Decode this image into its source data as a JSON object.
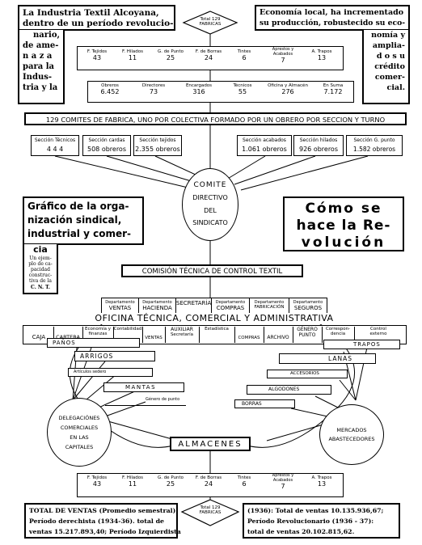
{
  "top_left_text": {
    "line1": "La Industria Textil Alcoyana,",
    "line2": "dentro de un período revolucio-",
    "line3": "nario,",
    "line4": "de ame-",
    "line5": "n a z a",
    "line6": "para la",
    "line7": "Indus-",
    "line8": "tria y la"
  },
  "top_right_text": {
    "line1": "Economía local, ha incrementado",
    "line2": "su producción, robustecido su eco-",
    "line3": "nomía y",
    "line4": "amplia-",
    "line5": "d o s u",
    "line6": "crédito",
    "line7": "comer-",
    "line8": "cial."
  },
  "top_total": {
    "label1": "Total 129",
    "label2": "FABRICAS"
  },
  "top_factories": {
    "labels": [
      "F. Tejidos",
      "F. Hilados",
      "G. de Punto",
      "F. de Borras",
      "Tintes",
      "Aprestos y Acabados",
      "A. Trapos"
    ],
    "values": [
      "43",
      "11",
      "25",
      "24",
      "6",
      "7",
      "13"
    ]
  },
  "workers": {
    "labels": [
      "Obreros",
      "Directores",
      "Encargados",
      "Técnicos",
      "Oficina y Almacén",
      "En Suma"
    ],
    "values": [
      "6.452",
      "73",
      "316",
      "55",
      "276",
      "7.172"
    ]
  },
  "comites_banner": "129 COMITES DE FABRICA, UNO POR COLECTIVA FORMADO POR UN OBRERO POR SECCION Y TURNO",
  "sections": [
    {
      "label": "Sección Técnicos",
      "value": "4 4 4"
    },
    {
      "label": "Sección cardas",
      "value": "508 obreros"
    },
    {
      "label": "Sección tejidos",
      "value": "2.355 obreros"
    },
    {
      "label": "Sección acabados",
      "value": "1.061 obreros"
    },
    {
      "label": "Sección hilados",
      "value": "926 obreros"
    },
    {
      "label": "Sección G. punto",
      "value": "1.582 obreros"
    }
  ],
  "comite_circle": {
    "l1": "COMITE",
    "l2": "DIRECTIVO",
    "l3": "DEL",
    "l4": "SINDICATO"
  },
  "grafico_text": {
    "l1": "Gráfico de la orga-",
    "l2": "nización sindical,",
    "l3": "industrial y comer-",
    "l4": "cia",
    "l5": "Un ejem-",
    "l6": "plo de ca-",
    "l7": "pacidad",
    "l8": "construc-",
    "l9": "tiva de la",
    "l10": "C. N. T."
  },
  "como_text": {
    "l1": "Cómo se",
    "l2": "hace la Re-",
    "l3": "volución"
  },
  "comision": "COMISIÓN TÉCNICA DE CONTROL TEXTIL",
  "departments": [
    {
      "l1": "Departamento",
      "l2": "VENTAS"
    },
    {
      "l1": "Departamento",
      "l2": "HACIENDA"
    },
    {
      "l1": "",
      "l2": "SECRETARÍA"
    },
    {
      "l1": "Departamento",
      "l2": "COMPRAS"
    },
    {
      "l1": "Departamento",
      "l2": "FABRICACIÓN"
    },
    {
      "l1": "Departamento",
      "l2": "SEGUROS"
    }
  ],
  "oficina_l1": "OFICINA TÉCNICA, COMERCIAL Y ADMINISTRATIVA",
  "offices": [
    {
      "l1": "",
      "l2": "CAJA"
    },
    {
      "l1": "",
      "l2": "CARTERA"
    },
    {
      "l1": "Economía y",
      "l2": "finanzas"
    },
    {
      "l1": "",
      "l2": "Contabilidad"
    },
    {
      "l1": "",
      "l2": "VENTAS"
    },
    {
      "l1": "AUXILIAR",
      "l2": "Secretaría"
    },
    {
      "l1": "",
      "l2": "Estadística"
    },
    {
      "l1": "",
      "l2": "COMPRAS"
    },
    {
      "l1": "",
      "l2": "ARCHIVO"
    },
    {
      "l1": "GÉNERO",
      "l2": "PUNTO"
    },
    {
      "l1": "Correspon-",
      "l2": "dencia"
    },
    {
      "l1": "Control",
      "l2": "externo"
    }
  ],
  "products_left": [
    "PAÑOS",
    "ARRIGOS",
    "Artículos sedero",
    "MANTAS",
    "Género de punto"
  ],
  "products_right": [
    "TRAPOS",
    "LANAS",
    "ACCESORIOS",
    "ALGODONES",
    "BORRAS"
  ],
  "delegaciones": {
    "l1": "DELEGACIÓNES",
    "l2": "COMERCIALES",
    "l3": "EN LAS",
    "l4": "CAPITALES"
  },
  "mercados": {
    "l1": "MERCADOS",
    "l2": "ABASTECEDORES"
  },
  "almacenes": "ALMACENES",
  "bottom_factories": {
    "labels": [
      "F. Tejidos",
      "F. Hilados",
      "G. de Punto",
      "F. de Borras",
      "Tintes",
      "Aprestos y Acabados",
      "A. Trapos"
    ],
    "values": [
      "43",
      "11",
      "25",
      "24",
      "6",
      "7",
      "13"
    ]
  },
  "bottom_total": {
    "label1": "Total 129",
    "label2": "FABRICAS"
  },
  "bottom_left_text": {
    "l1": "TOTAL DE VENTAS (Promedio semestral)",
    "l2": "Período derechista (1934-36). total de",
    "l3": "ventas 15.217.893,40; Período Izquierdista"
  },
  "bottom_right_text": {
    "l1": "(1936): Total de ventas 10.135.936,67;",
    "l2": "Período Revolucionario (1936 - 37):",
    "l3": "total de ventas 20.102.815,62."
  }
}
